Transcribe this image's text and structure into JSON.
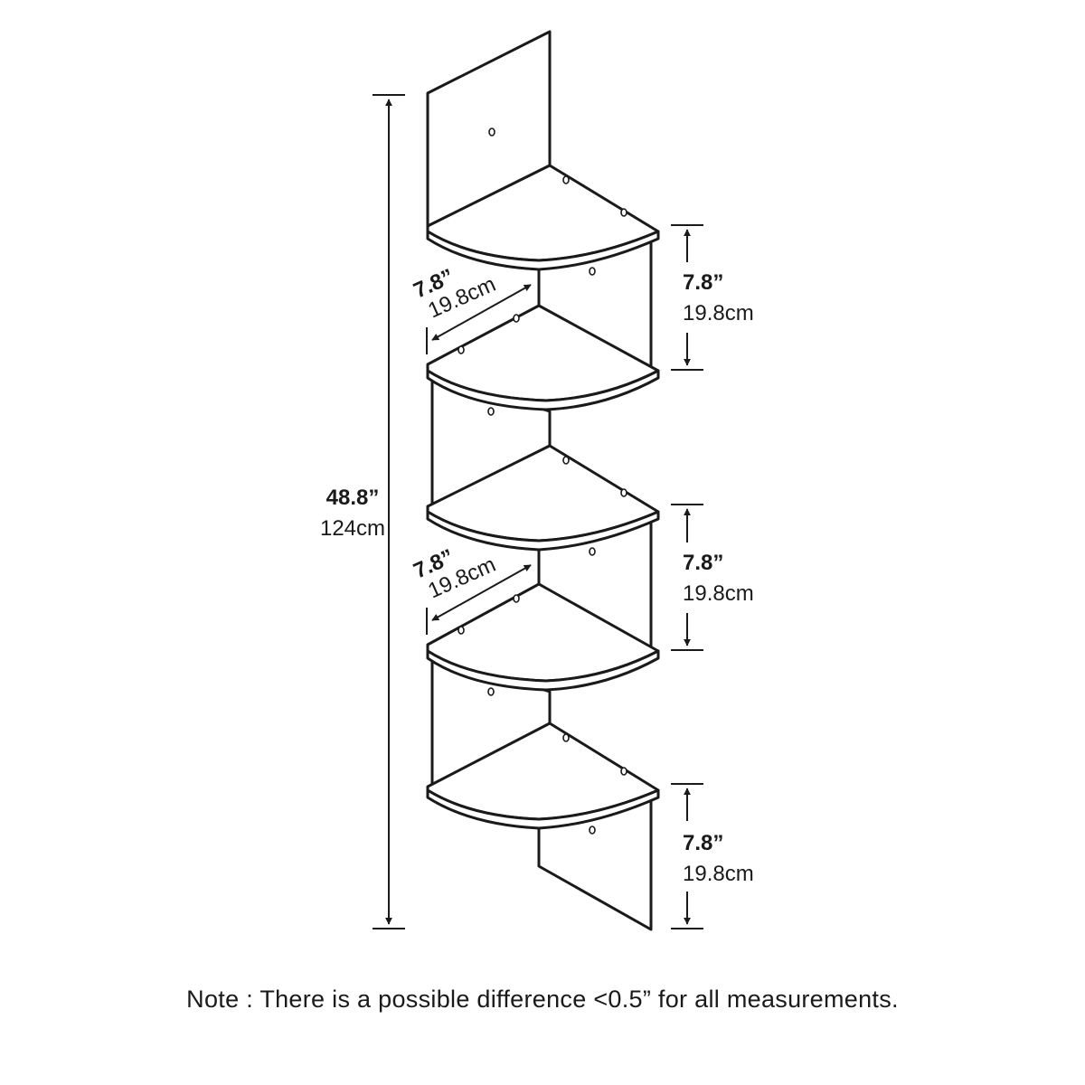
{
  "dimensions": {
    "total_height": {
      "imperial": "48.8”",
      "metric": "124cm"
    },
    "depth_upper": {
      "imperial": "7.8”",
      "metric": "19.8cm"
    },
    "depth_lower": {
      "imperial": "7.8”",
      "metric": "19.8cm"
    },
    "shelf_gap_1": {
      "imperial": "7.8”",
      "metric": "19.8cm"
    },
    "shelf_gap_2": {
      "imperial": "7.8”",
      "metric": "19.8cm"
    },
    "shelf_gap_3": {
      "imperial": "7.8”",
      "metric": "19.8cm"
    }
  },
  "note": "Note : There is a possible difference <0.5” for all measurements."
}
